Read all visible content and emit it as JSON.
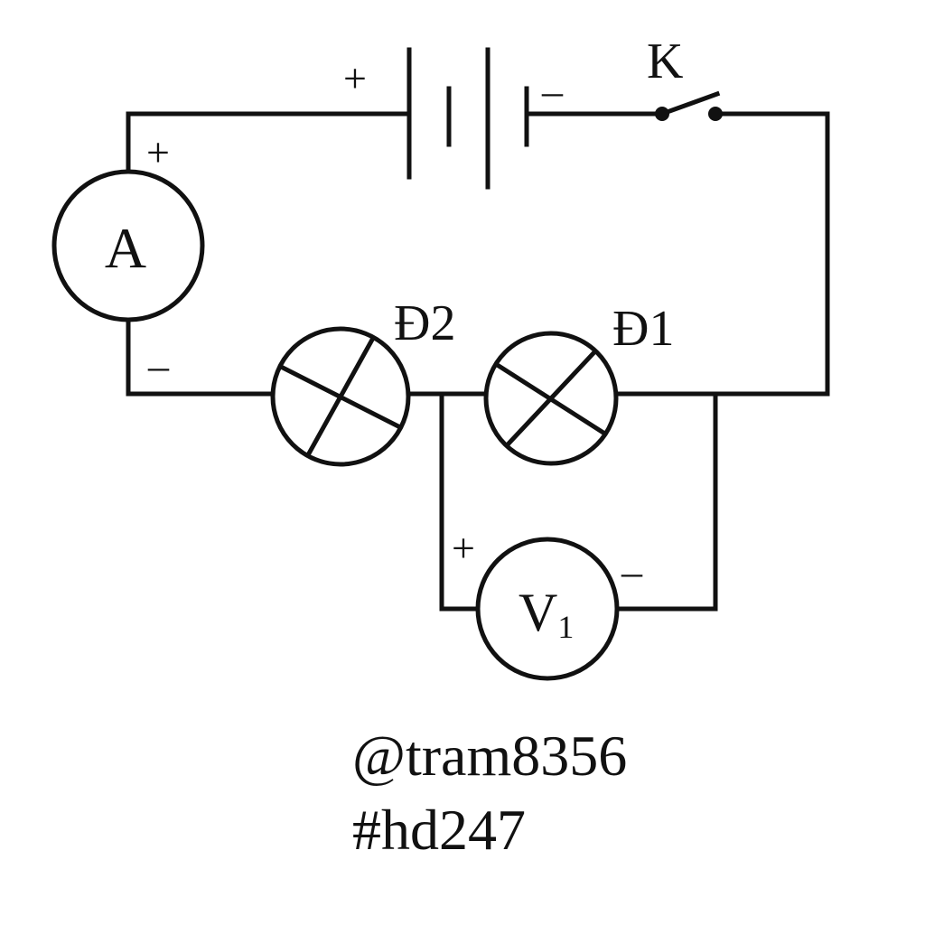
{
  "diagram": {
    "battery": {
      "plus": "+",
      "minus": "–"
    },
    "switch": {
      "label": "K"
    },
    "ammeter": {
      "symbol": "A",
      "plus": "+",
      "minus": "–"
    },
    "lamp_d2": {
      "label": "Đ2"
    },
    "lamp_d1": {
      "label": "Đ1"
    },
    "voltmeter": {
      "symbol": "V",
      "subscript": "1",
      "plus": "+",
      "minus": "–"
    }
  },
  "credits": {
    "author": "@tram8356",
    "tag": "#hd247"
  },
  "colors": {
    "line": "#111111",
    "background": "#ffffff"
  }
}
